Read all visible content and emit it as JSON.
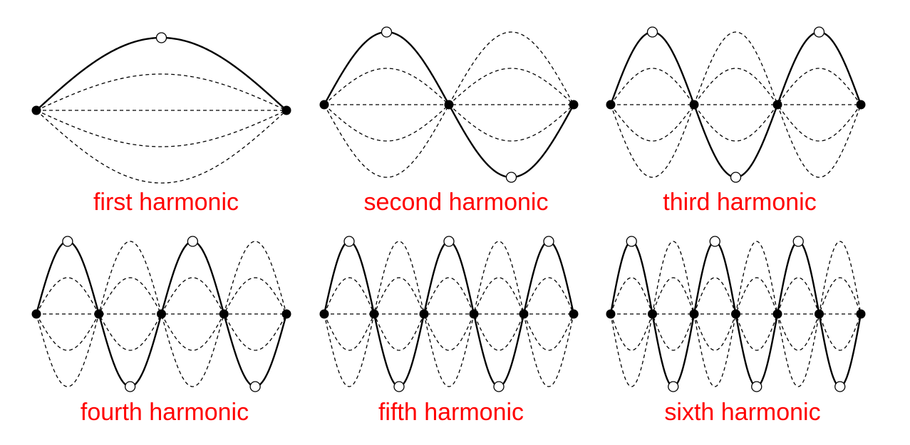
{
  "colors": {
    "label": "#ff0000",
    "curve": "#000000",
    "node": "#000000",
    "antinode": "#ffffff"
  },
  "harmonics": [
    {
      "n": 1,
      "label": "first harmonic"
    },
    {
      "n": 2,
      "label": "second harmonic"
    },
    {
      "n": 3,
      "label": "third harmonic"
    },
    {
      "n": 4,
      "label": "fourth harmonic"
    },
    {
      "n": 5,
      "label": "fifth harmonic"
    },
    {
      "n": 6,
      "label": "sixth harmonic"
    }
  ]
}
